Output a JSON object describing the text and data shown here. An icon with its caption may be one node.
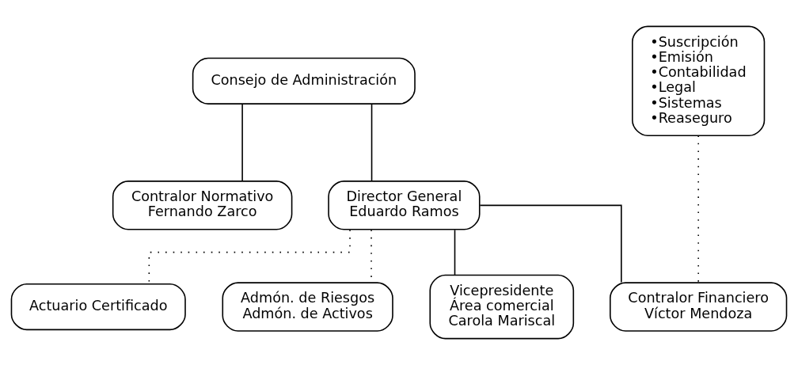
{
  "diagram": {
    "nodes": [
      {
        "text": [
          "Consejo de Administración"
        ]
      },
      {
        "text": [
          "Contralor Normativo",
          "Fernando Zarco"
        ]
      },
      {
        "text": [
          "Director General",
          "Eduardo Ramos"
        ]
      },
      {
        "text": [
          "•Suscripción",
          "•Emisión",
          "•Contabilidad",
          "•Legal",
          "•Sistemas",
          "•Reaseguro"
        ]
      },
      {
        "text": [
          "Actuario Certificado"
        ]
      },
      {
        "text": [
          "Admón. de Riesgos",
          "Admón. de Activos"
        ]
      },
      {
        "text": [
          "Vicepresidente",
          "Área comercial",
          "Carola Mariscal"
        ]
      },
      {
        "text": [
          "Contralor Financiero",
          "Víctor Mendoza"
        ]
      }
    ],
    "edges": [
      {
        "from": 0,
        "to": 2,
        "arrow": "none"
      },
      {
        "from": 0,
        "to": 1,
        "arrow": "none"
      },
      {
        "from": 2,
        "to": 4,
        "arrow": "none",
        "style": "dashed"
      },
      {
        "from": 2,
        "to": 5,
        "arrow": "none",
        "style": "dashed"
      },
      {
        "from": 2,
        "to": 6,
        "arrow": "none"
      },
      {
        "from": 2,
        "to": 7,
        "arrow": "none"
      },
      {
        "from": 3,
        "to": 7,
        "arrow": "none",
        "style": "dashed"
      }
    ]
  }
}
